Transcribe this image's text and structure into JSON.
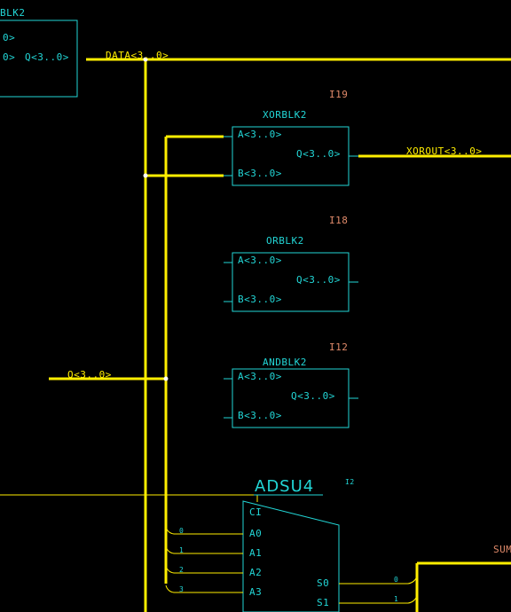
{
  "colors": {
    "background": "#000000",
    "wire": "#ffee00",
    "symbol": "#22d6d6",
    "instance": "#e08a6a"
  },
  "top_left_block": {
    "name_fragment": "BLK2",
    "pin_in_1": "0>",
    "pin_in_2": "0>",
    "pin_out": "Q<3..0>"
  },
  "nets": {
    "data": "DATA<3..0>",
    "xorout": "XOROUT<3..0>",
    "q": "Q<3..0>",
    "sum_fragment": "SUM"
  },
  "xor_block": {
    "instance": "I19",
    "type": "XORBLK2",
    "pin_a": "A<3..0>",
    "pin_b": "B<3..0>",
    "pin_q": "Q<3..0>"
  },
  "or_block": {
    "instance": "I18",
    "type": "ORBLK2",
    "pin_a": "A<3..0>",
    "pin_b": "B<3..0>",
    "pin_q": "Q<3..0>"
  },
  "and_block": {
    "instance": "I12",
    "type": "ANDBLK2",
    "pin_a": "A<3..0>",
    "pin_b": "B<3..0>",
    "pin_q": "Q<3..0>"
  },
  "adder": {
    "type": "ADSU4",
    "instance": "I2",
    "pins_in": [
      "CI",
      "A0",
      "A1",
      "A2",
      "A3"
    ],
    "pins_out": [
      "S0",
      "S1"
    ],
    "bus_taps_in": [
      "0",
      "1",
      "2",
      "3"
    ],
    "bus_taps_out": [
      "0",
      "1"
    ]
  }
}
